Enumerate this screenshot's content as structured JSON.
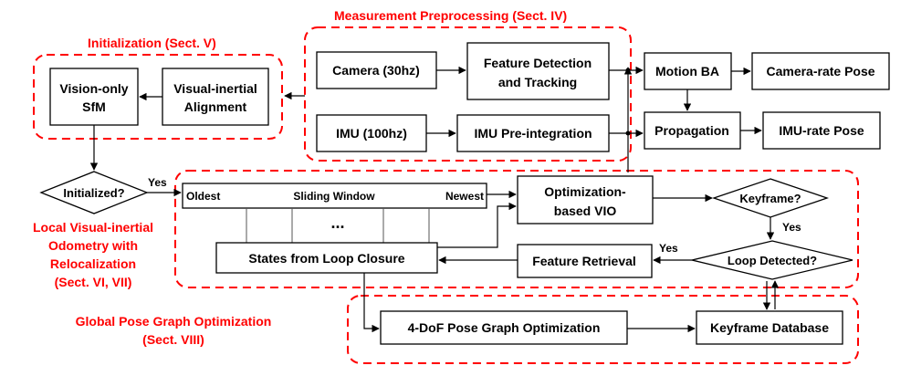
{
  "colors": {
    "section": "#ff0000",
    "box_stroke": "#000000",
    "text": "#000000"
  },
  "sections": {
    "initialization": "Initialization (Sect. V)",
    "measurement": "Measurement Preprocessing (Sect. IV)",
    "local_vio": [
      "Local Visual-inertial",
      "Odometry with",
      "Relocalization",
      "(Sect. VI, VII)"
    ],
    "global": [
      "Global Pose Graph Optimization",
      "(Sect. VIII)"
    ]
  },
  "nodes": {
    "vision_sfm": [
      "Vision-only",
      "SfM"
    ],
    "vi_alignment": [
      "Visual-inertial",
      "Alignment"
    ],
    "camera": "Camera (30hz)",
    "imu": "IMU (100hz)",
    "feature_detection": [
      "Feature Detection",
      "and Tracking"
    ],
    "imu_preint": "IMU Pre-integration",
    "motion_ba": "Motion BA",
    "propagation": "Propagation",
    "camera_pose": "Camera-rate Pose",
    "imu_pose": "IMU-rate Pose",
    "initialized": "Initialized?",
    "sliding_window": {
      "oldest": "Oldest",
      "title": "Sliding Window",
      "newest": "Newest",
      "ellipsis": "..."
    },
    "loop_states": "States from Loop Closure",
    "opt_vio": [
      "Optimization-",
      "based VIO"
    ],
    "keyframe_q": "Keyframe?",
    "loop_detected": "Loop Detected?",
    "feature_retrieval": "Feature Retrieval",
    "pose_graph": "4-DoF Pose Graph Optimization",
    "keyframe_db": "Keyframe Database"
  },
  "edge_labels": {
    "yes_init": "Yes",
    "yes_keyframe": "Yes",
    "yes_loop": "Yes"
  }
}
